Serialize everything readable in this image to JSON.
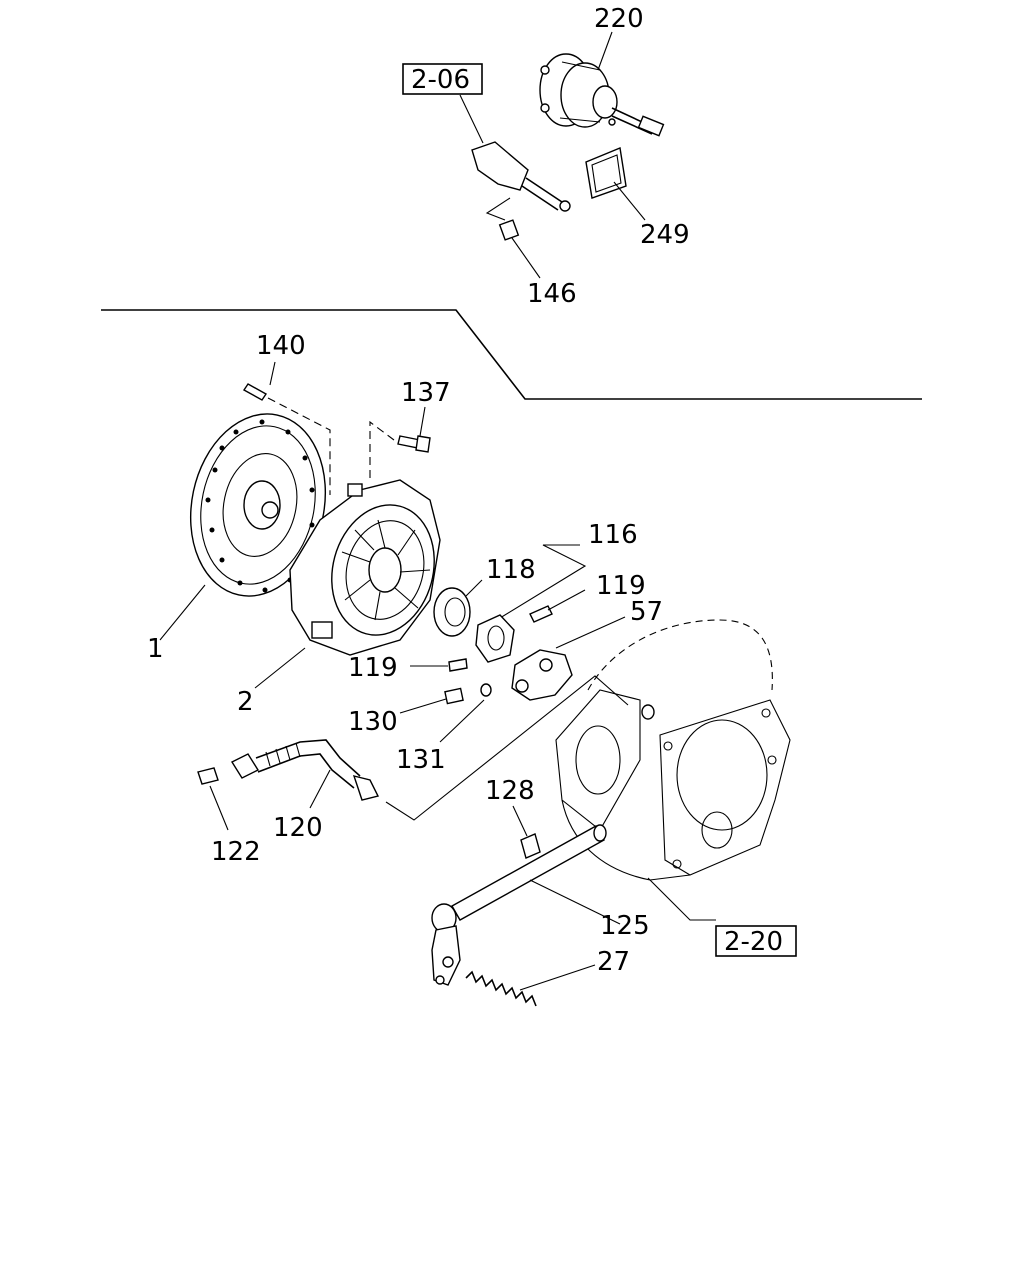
{
  "references": {
    "r1": "2-06",
    "r2": "2-20"
  },
  "callouts": {
    "c220": "220",
    "c249": "249",
    "c146": "146",
    "c140": "140",
    "c137": "137",
    "c116": "116",
    "c118": "118",
    "c119a": "119",
    "c57": "57",
    "c119b": "119",
    "c130": "130",
    "c131": "131",
    "c1": "1",
    "c2": "2",
    "c120": "120",
    "c122": "122",
    "c128": "128",
    "c125": "125",
    "c27": "27"
  }
}
